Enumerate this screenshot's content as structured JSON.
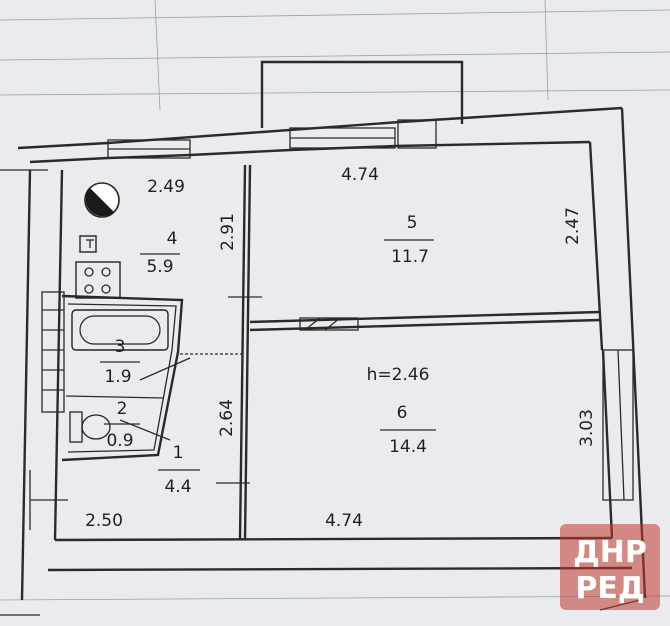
{
  "plan": {
    "height_label": "h=2.46",
    "rooms": [
      {
        "number": "1",
        "area": "4.4"
      },
      {
        "number": "2",
        "area": "0.9"
      },
      {
        "number": "3",
        "area": "1.9"
      },
      {
        "number": "4",
        "area": "5.9"
      },
      {
        "number": "5",
        "area": "11.7"
      },
      {
        "number": "6",
        "area": "14.4"
      }
    ],
    "dimensions": {
      "kitchen_top": "2.49",
      "kitchen_side": "2.91",
      "room5_top": "4.74",
      "room5_side": "2.47",
      "hall_side": "2.64",
      "room6_side": "3.03",
      "hall_bottom": "2.50",
      "room6_bottom": "4.74"
    }
  },
  "watermark": {
    "line1": "ДНР",
    "line2": "РЕД",
    "color": "#c0392b"
  }
}
